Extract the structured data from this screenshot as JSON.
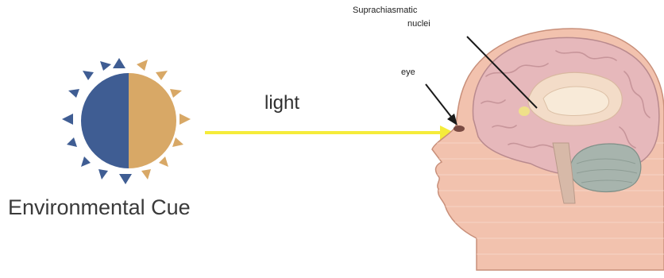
{
  "labels": {
    "environmental_cue": "Environmental Cue",
    "light": "light",
    "suprachiasmatic_line1": "Suprachiasmatic",
    "suprachiasmatic_line2": "nuclei",
    "eye": "eye"
  },
  "colors": {
    "sun_blue": "#3f5d93",
    "sun_tan": "#d8a866",
    "light_ray": "#f5ec3a",
    "skin": "#f2c2ae",
    "brain": "#e6b8bb",
    "cerebellum": "#a7b4ad"
  },
  "icons": {
    "sun": "sun-icon",
    "head": "human-head-brain-illustration"
  }
}
